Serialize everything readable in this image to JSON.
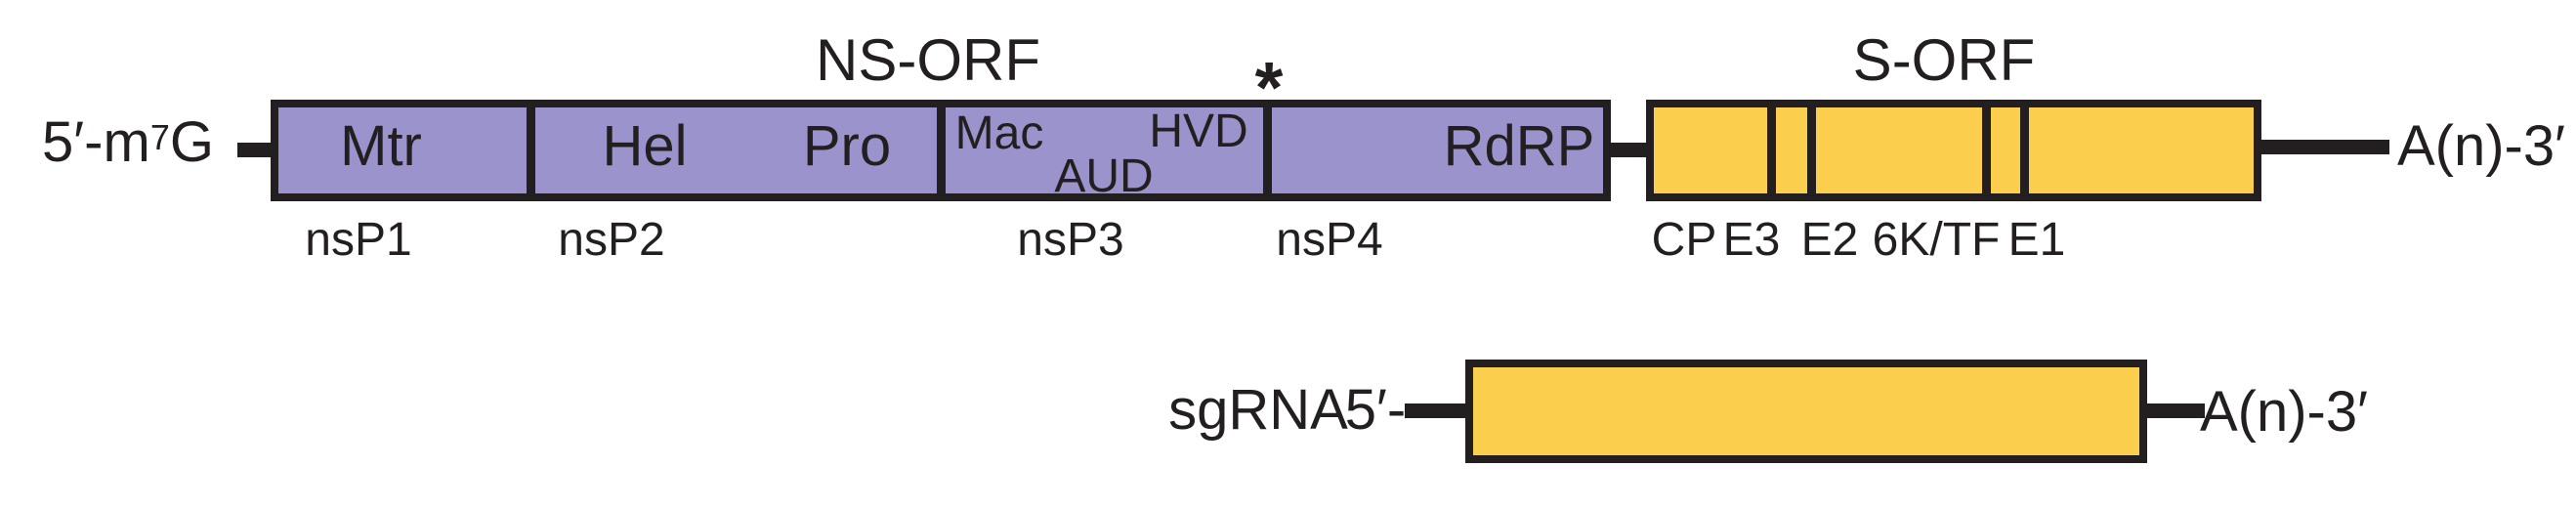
{
  "colors": {
    "nonstructural_fill": "#9B93CC",
    "structural_fill": "#FCCE4D",
    "line": "#231F20"
  },
  "genomic_rna": {
    "five_prime_cap": {
      "pre": "5′-m",
      "sup": "7",
      "post": "G"
    },
    "three_prime_tail": "A(n)-3′",
    "ns_orf": {
      "title": "NS-ORF",
      "stop_codon_marker": "*",
      "proteins": [
        {
          "name": "nsP1",
          "domains": {
            "main": "Mtr"
          }
        },
        {
          "name": "nsP2",
          "domains": {
            "left": "Hel",
            "right": "Pro"
          }
        },
        {
          "name": "nsP3",
          "domains": {
            "top_left": "Mac",
            "bottom": "AUD",
            "top_right": "HVD"
          }
        },
        {
          "name": "nsP4",
          "domains": {
            "main": "RdRP"
          }
        }
      ]
    },
    "s_orf": {
      "title": "S-ORF",
      "proteins": [
        {
          "name": "CP"
        },
        {
          "name": "E3"
        },
        {
          "name": "E2"
        },
        {
          "name": "6K/TF"
        },
        {
          "name": "E1"
        }
      ]
    }
  },
  "sgrna": {
    "label": "sgRNA",
    "five_prime": "5′-",
    "three_prime_tail": "A(n)-3′"
  }
}
